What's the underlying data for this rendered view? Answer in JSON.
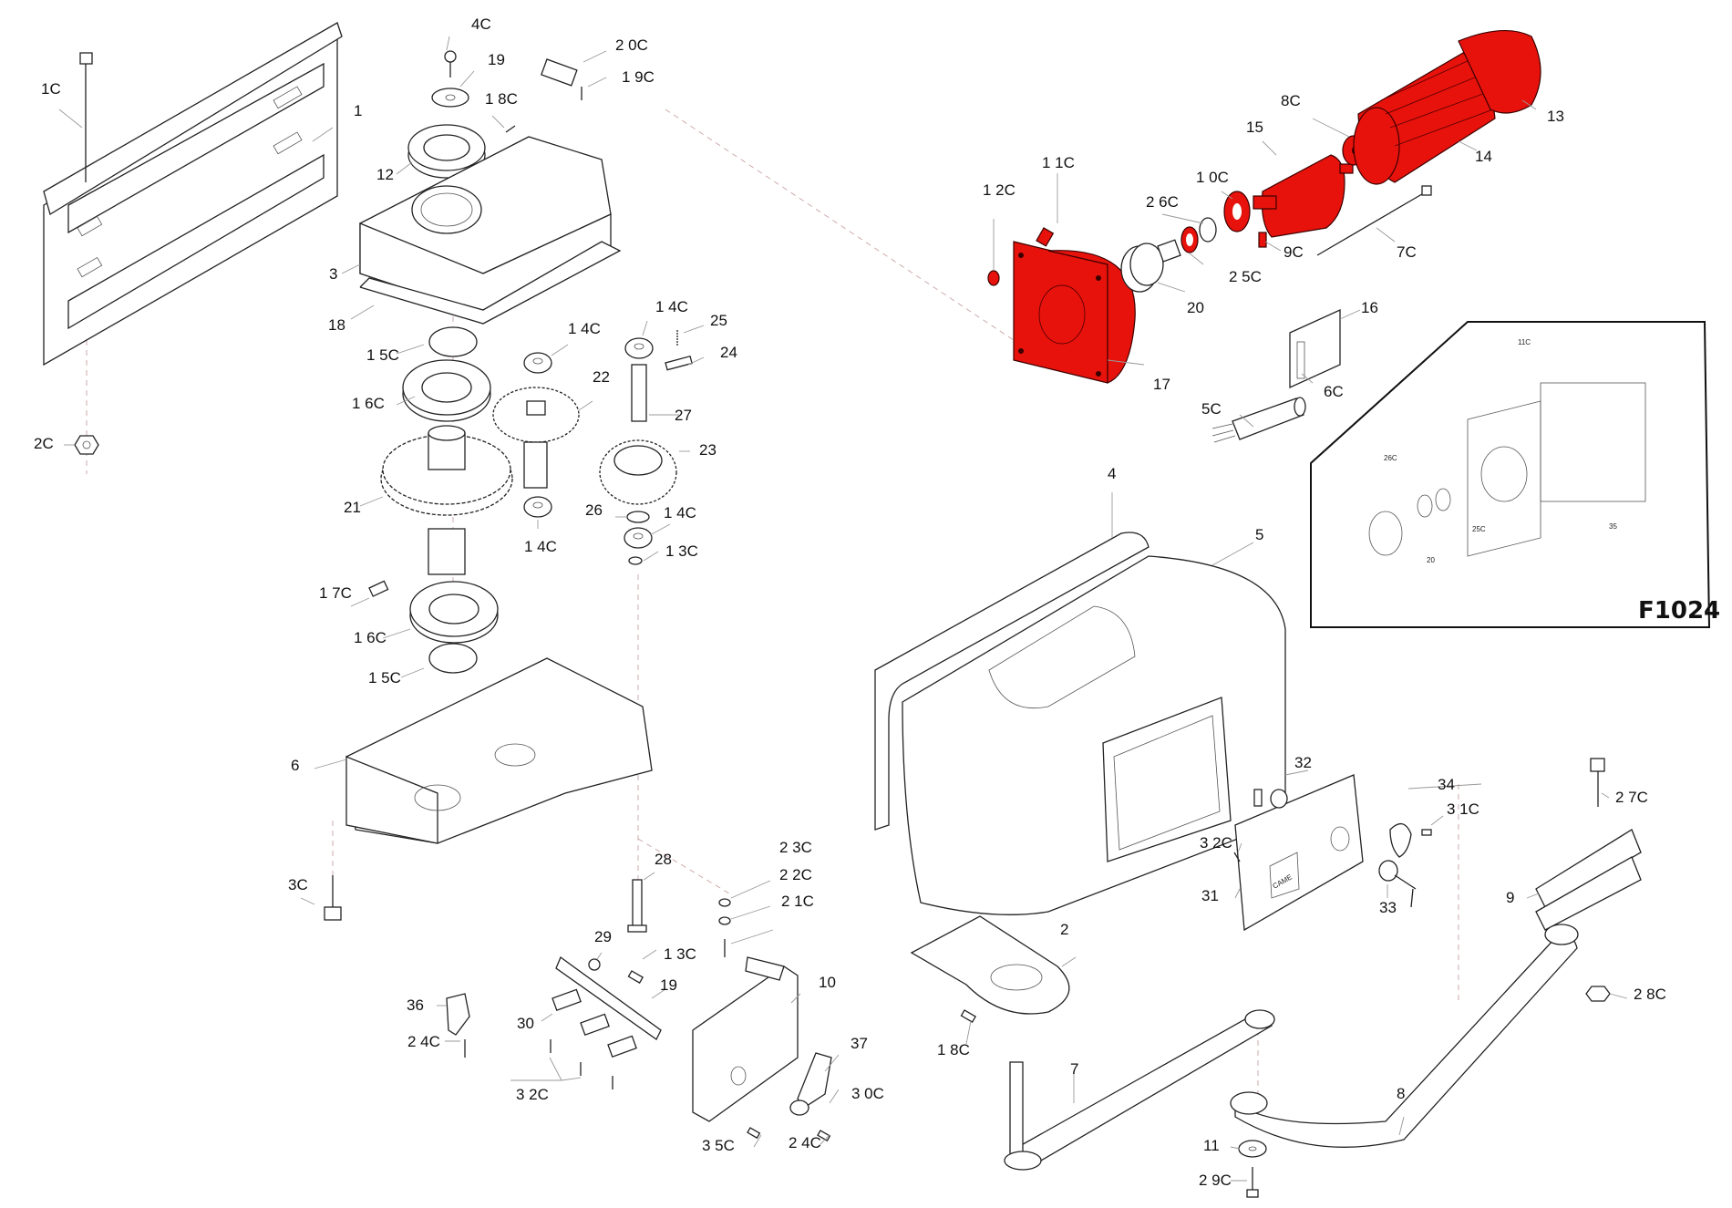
{
  "diagram": {
    "title": "Exploded parts view",
    "figure_code": "F1024",
    "brand_on_cover": "CAME",
    "highlight_color": "#e8120c",
    "highlighted_parts": [
      "1 2C",
      "1 1C",
      "17",
      "2 5C",
      "1 0C",
      "9C",
      "15",
      "8C",
      "14",
      "13"
    ],
    "labels": {
      "l1C": "1C",
      "l1": "1",
      "l4C": "4C",
      "l19a": "19",
      "l18C": "1 8C",
      "l20C": "2 0C",
      "l19C": "1 9C",
      "l12": "12",
      "l3": "3",
      "l18": "18",
      "l15Ca": "1 5C",
      "l16Ca": "1 6C",
      "l14Ca": "1 4C",
      "l14Cb": "1 4C",
      "l25": "25",
      "l24": "24",
      "l22": "22",
      "l27": "27",
      "l23": "23",
      "l21": "21",
      "l26": "26",
      "l14Cc": "1 4C",
      "l14Cd": "1 4C",
      "l13C": "1 3C",
      "l17C": "1 7C",
      "l16Cb": "1 6C",
      "l15Cb": "1 5C",
      "l6": "6",
      "l2C": "2C",
      "l3C": "3C",
      "l28": "28",
      "l23C": "2 3C",
      "l22C": "2 2C",
      "l21C": "2 1C",
      "l29": "29",
      "l13Cb": "1 3C",
      "l19b": "19",
      "l10": "10",
      "l36": "36",
      "l24Ca": "2 4C",
      "l30": "30",
      "l32Ca": "3 2C",
      "l37": "37",
      "l30C": "3 0C",
      "l35C": "3 5C",
      "l24Cb": "2 4C",
      "l12C": "1 2C",
      "l11C": "1 1C",
      "l26C": "2 6C",
      "l10C": "1 0C",
      "l15": "15",
      "l8C": "8C",
      "l13": "13",
      "l14": "14",
      "l9C": "9C",
      "l25C": "2 5C",
      "l7C": "7C",
      "l20": "20",
      "l17": "17",
      "l16": "16",
      "l6C": "6C",
      "l5C": "5C",
      "l4": "4",
      "l5": "5",
      "l32": "32",
      "l34": "34",
      "l31C": "3 1C",
      "l32Cb": "3 2C",
      "l31": "31",
      "l33": "33",
      "l27C": "2 7C",
      "l9": "9",
      "l2": "2",
      "l18Cb": "1 8C",
      "l28C": "2 8C",
      "l7": "7",
      "l8": "8",
      "l11": "11",
      "l29C": "2 9C"
    },
    "inset": {
      "labels": {
        "i11C": "11C",
        "i26C": "26C",
        "i25C": "25C",
        "i20": "20",
        "i35": "35"
      }
    }
  }
}
